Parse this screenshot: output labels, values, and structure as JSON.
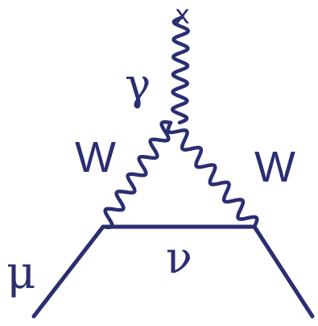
{
  "diagram": {
    "line_color": "#2a2e72",
    "labels": {
      "photon": "γ",
      "photon_endpoint": "x",
      "w_left": "W",
      "w_right": "W",
      "muon": "μ",
      "neutrino": "ν"
    }
  }
}
